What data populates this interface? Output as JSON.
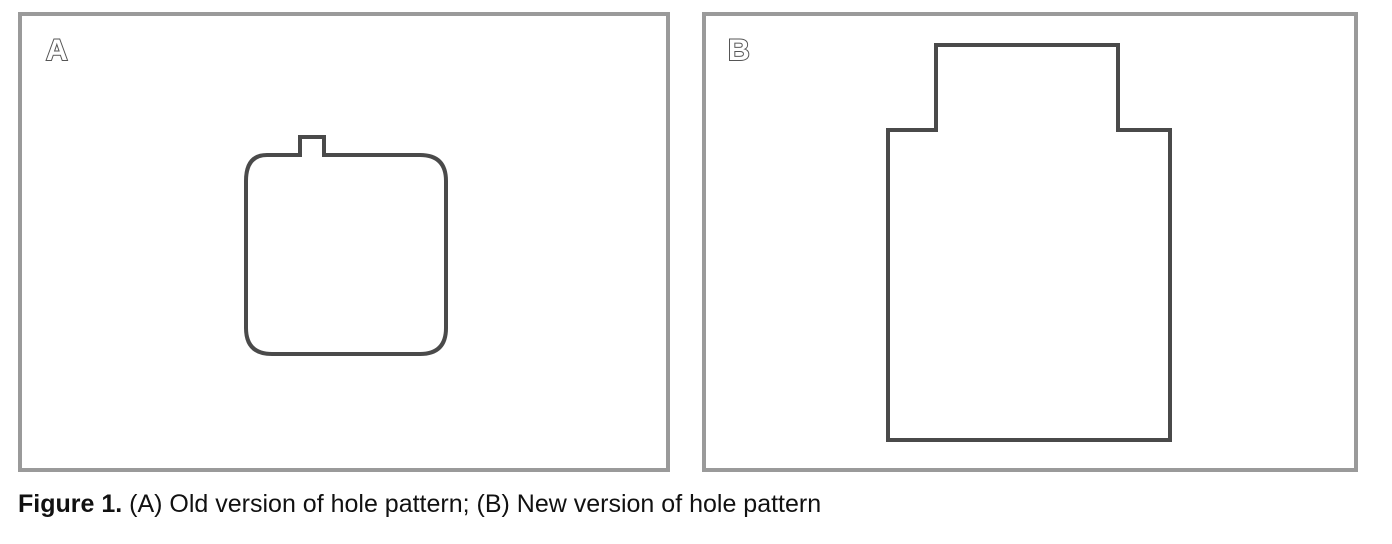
{
  "panels": [
    {
      "label": "A"
    },
    {
      "label": "B"
    }
  ],
  "caption": {
    "lead": "Figure 1.",
    "text": " (A) Old version of hole pattern; (B) New version of hole pattern"
  },
  "colors": {
    "outline": "#4a4a4a",
    "frame": "#9a9a9a"
  }
}
